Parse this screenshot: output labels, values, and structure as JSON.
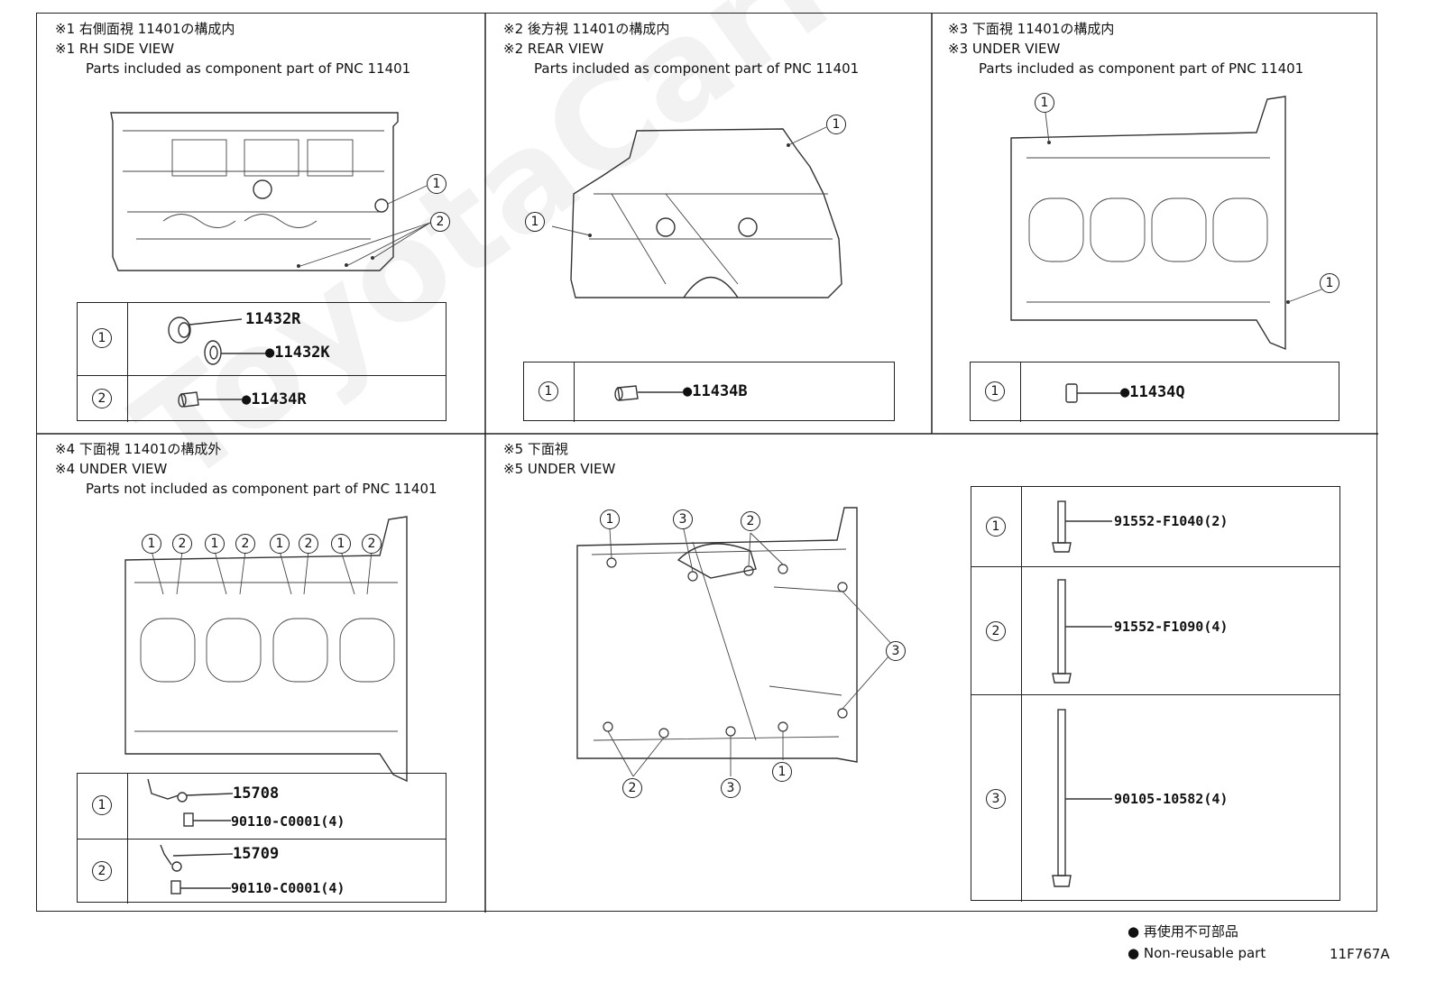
{
  "watermark": "ToyotaCarMine.ru",
  "panels": [
    {
      "id": "p1",
      "title_jp": "※1 右側面視 11401の構成内",
      "title_en": "※1 RH SIDE VIEW",
      "note": "Parts included as component part of PNC 11401",
      "callouts": [
        "1",
        "2"
      ],
      "rows": [
        {
          "num": "1",
          "parts": [
            "11432R",
            "●11432K"
          ]
        },
        {
          "num": "2",
          "parts": [
            "●11434R"
          ]
        }
      ]
    },
    {
      "id": "p2",
      "title_jp": "※2 後方視 11401の構成内",
      "title_en": "※2 REAR VIEW",
      "note": "Parts included as component part of PNC 11401",
      "callouts": [
        "1",
        "1"
      ],
      "rows": [
        {
          "num": "1",
          "parts": [
            "●11434B"
          ]
        }
      ]
    },
    {
      "id": "p3",
      "title_jp": "※3 下面視 11401の構成内",
      "title_en": "※3 UNDER VIEW",
      "note": "Parts included as component part of PNC 11401",
      "callouts": [
        "1",
        "1"
      ],
      "rows": [
        {
          "num": "1",
          "parts": [
            "●11434Q"
          ]
        }
      ]
    },
    {
      "id": "p4",
      "title_jp": "※4 下面視 11401の構成外",
      "title_en": "※4 UNDER VIEW",
      "note": "Parts not included as component part of PNC 11401",
      "callouts": [
        "1",
        "2",
        "1",
        "2",
        "1",
        "2",
        "1",
        "2"
      ],
      "rows": [
        {
          "num": "1",
          "parts": [
            "15708",
            "90110-C0001(4)"
          ]
        },
        {
          "num": "2",
          "parts": [
            "15709",
            "90110-C0001(4)"
          ]
        }
      ]
    },
    {
      "id": "p5",
      "title_jp": "※5 下面視",
      "title_en": "※5 UNDER VIEW",
      "note": "",
      "callouts": [
        "1",
        "3",
        "2",
        "3",
        "2",
        "3",
        "1"
      ],
      "rows": [
        {
          "num": "1",
          "parts": [
            "91552-F1040(2)"
          ]
        },
        {
          "num": "2",
          "parts": [
            "91552-F1090(4)"
          ]
        },
        {
          "num": "3",
          "parts": [
            "90105-10582(4)"
          ]
        }
      ]
    }
  ],
  "legend": {
    "jp": "再使用不可部品",
    "en": "Non-reusable part",
    "symbol": "●"
  },
  "diagram_code": "11F767A"
}
